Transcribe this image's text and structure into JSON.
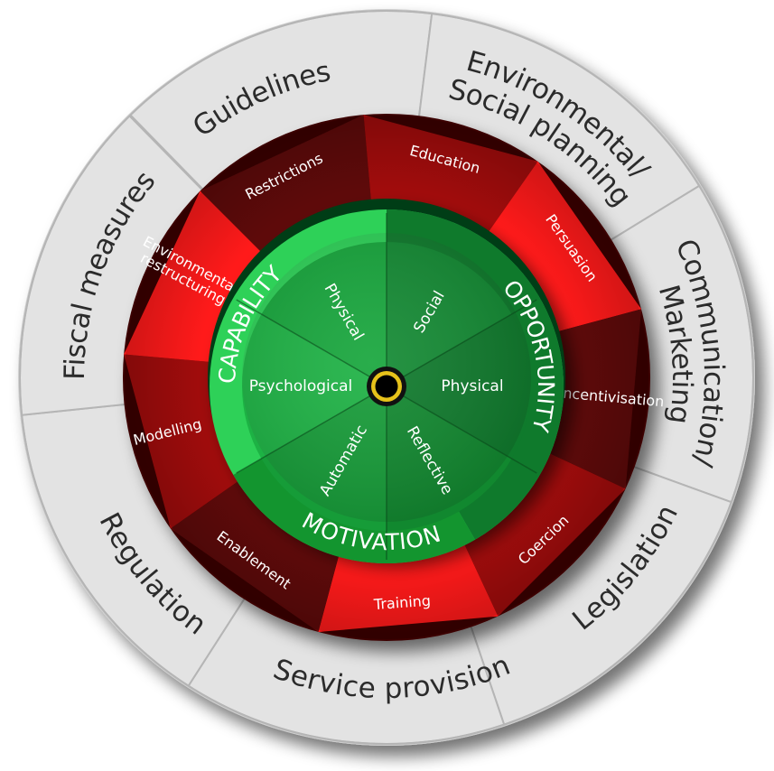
{
  "policy_categories": [
    {
      "label": "Guidelines"
    },
    {
      "label": "Environmental/ Social planning",
      "lines": [
        "Environmental/",
        "Social planning"
      ]
    },
    {
      "label": "Communication/ Marketing",
      "lines": [
        "Communication/",
        "Marketing"
      ]
    },
    {
      "label": "Legislation"
    },
    {
      "label": "Service provision"
    },
    {
      "label": "Regulation"
    },
    {
      "label": "Fiscal measures"
    }
  ],
  "intervention_functions": [
    {
      "label": "Restrictions",
      "color": "#5e0a0a"
    },
    {
      "label": "Education",
      "color": "#a00c0c"
    },
    {
      "label": "Persuasion",
      "color": "#ff1a1a"
    },
    {
      "label": "Incentivisation",
      "color": "#5e0a0a"
    },
    {
      "label": "Coercion",
      "color": "#a00c0c"
    },
    {
      "label": "Training",
      "color": "#ff1a1a"
    },
    {
      "label": "Enablement",
      "color": "#5e0a0a"
    },
    {
      "label": "Modelling",
      "color": "#a00c0c"
    },
    {
      "label": "Environmental restructuring",
      "lines": [
        "Environmental",
        "restructuring"
      ],
      "color": "#ff1a1a"
    }
  ],
  "sources": [
    {
      "label": "Physical",
      "color": "#17a63c"
    },
    {
      "label": "Social",
      "color": "#138a33"
    },
    {
      "label": "Physical",
      "color": "#0f7a2c"
    },
    {
      "label": "Reflective",
      "color": "#11882f"
    },
    {
      "label": "Automatic",
      "color": "#169c38"
    },
    {
      "label": "Psychological",
      "color": "#1db244"
    }
  ],
  "components": {
    "capability": "CAPABILITY",
    "opportunity": "OPPORTUNITY",
    "motivation": "MOTIVATION"
  },
  "colors": {
    "outer_ring": "#e3e3e3",
    "ring_border": "#b5b5b5",
    "green_light": "#2ed158",
    "green_dark": "#0f7a2c",
    "hub_ring": "#e6c21a"
  }
}
